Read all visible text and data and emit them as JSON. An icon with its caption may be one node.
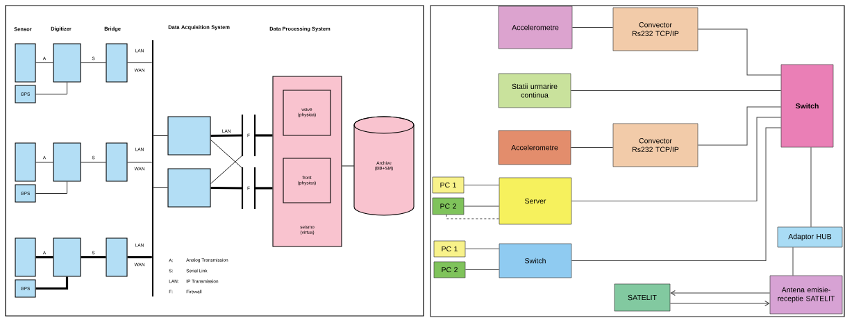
{
  "diagram": {
    "nodes": [
      {
        "text": [],
        "shape": "box"
      },
      {
        "text": [],
        "shape": "box"
      },
      {
        "text": [],
        "shape": "box"
      },
      {
        "text": [
          "GPS"
        ]
      },
      {
        "text": [],
        "shape": "box"
      },
      {
        "text": [],
        "shape": "box"
      },
      {
        "text": [],
        "shape": "box"
      },
      {
        "text": [
          "GPS"
        ]
      },
      {
        "text": [],
        "shape": "box"
      },
      {
        "text": [],
        "shape": "box"
      },
      {
        "text": [],
        "shape": "box"
      },
      {
        "text": [
          "GPS"
        ]
      },
      {
        "text": [],
        "shape": "bar"
      },
      {
        "text": [],
        "shape": "box"
      },
      {
        "text": [],
        "shape": "box"
      },
      {
        "text": [
          "F"
        ]
      },
      {
        "text": [
          "F"
        ]
      },
      {
        "text": [
          "seismo (virtua)"
        ]
      },
      {
        "text": [
          "wave (physica)"
        ],
        "in": 17
      },
      {
        "text": [
          "front (physica)"
        ],
        "in": 17
      },
      {
        "text": [
          "Archive (BB+SM)"
        ]
      },
      {
        "text": [
          "Accelerometre"
        ]
      },
      {
        "text": [
          "Convector Rs232 TCP/IP"
        ]
      },
      {
        "text": [
          "Statii urmarire continua"
        ]
      },
      {
        "text": [
          "Accelerometre"
        ]
      },
      {
        "text": [
          "Convector Rs232 TCP/IP"
        ]
      },
      {
        "text": [
          "Switch"
        ]
      },
      {
        "text": [
          "PC 1"
        ]
      },
      {
        "text": [
          "PC 2"
        ]
      },
      {
        "text": [
          "Server"
        ]
      },
      {
        "text": [
          "PC 1"
        ]
      },
      {
        "text": [
          "PC 2"
        ]
      },
      {
        "text": [
          "Switch"
        ]
      },
      {
        "text": [
          "Adaptor HUB"
        ]
      },
      {
        "text": [
          "SATELIT"
        ]
      },
      {
        "text": [
          "Antena emisie-receptie SATELIT"
        ]
      }
    ],
    "edges": [
      {
        "from": 0,
        "to": 1,
        "arrow": "none",
        "label": "A"
      },
      {
        "from": 3,
        "to": 1,
        "arrow": "none"
      },
      {
        "from": 1,
        "to": 2,
        "arrow": "none",
        "label": "S"
      },
      {
        "from": 2,
        "to": 12,
        "arrow": "none"
      },
      {
        "from": 4,
        "to": 5,
        "arrow": "none",
        "label": "A"
      },
      {
        "from": 7,
        "to": 5,
        "arrow": "none"
      },
      {
        "from": 5,
        "to": 6,
        "arrow": "none",
        "label": "S"
      },
      {
        "from": 6,
        "to": 12,
        "arrow": "none"
      },
      {
        "from": 8,
        "to": 9,
        "arrow": "none",
        "label": "A",
        "style": "thick"
      },
      {
        "from": 11,
        "to": 9,
        "arrow": "none",
        "style": "thick"
      },
      {
        "from": 9,
        "to": 10,
        "arrow": "none",
        "label": "S",
        "style": "thick"
      },
      {
        "from": 10,
        "to": 12,
        "arrow": "none",
        "style": "thick"
      },
      {
        "from": 12,
        "to": 13,
        "arrow": "none"
      },
      {
        "from": 12,
        "to": 14,
        "arrow": "none"
      },
      {
        "from": 13,
        "to": 15,
        "arrow": "none",
        "label": "LAN",
        "style": "thick"
      },
      {
        "from": 13,
        "to": 16,
        "arrow": "none"
      },
      {
        "from": 14,
        "to": 15,
        "arrow": "none"
      },
      {
        "from": 14,
        "to": 16,
        "arrow": "none",
        "style": "thick"
      },
      {
        "from": 15,
        "to": 17,
        "arrow": "none",
        "style": "thick"
      },
      {
        "from": 16,
        "to": 17,
        "arrow": "none",
        "style": "thick"
      },
      {
        "from": 17,
        "to": 20,
        "arrow": "none"
      },
      {
        "from": 21,
        "to": 22,
        "arrow": "none"
      },
      {
        "from": 22,
        "to": 26,
        "arrow": "none"
      },
      {
        "from": 23,
        "to": 26,
        "arrow": "none"
      },
      {
        "from": 24,
        "to": 25,
        "arrow": "none"
      },
      {
        "from": 25,
        "to": 26,
        "arrow": "none"
      },
      {
        "from": 29,
        "to": 26,
        "arrow": "none"
      },
      {
        "from": 32,
        "to": 26,
        "arrow": "none"
      },
      {
        "from": 26,
        "to": 33,
        "arrow": "none"
      },
      {
        "from": 33,
        "to": 35,
        "arrow": "none"
      },
      {
        "from": 35,
        "to": 34,
        "arrow": "to"
      },
      {
        "from": 34,
        "to": 35,
        "arrow": "to"
      },
      {
        "from": 27,
        "to": 29,
        "arrow": "none"
      },
      {
        "from": 28,
        "to": 29,
        "arrow": "none"
      },
      {
        "from": 28,
        "to": 29,
        "arrow": "none",
        "style": "dashed"
      },
      {
        "from": 30,
        "to": 32,
        "arrow": "none"
      },
      {
        "from": 31,
        "to": 32,
        "arrow": "none"
      }
    ],
    "labels": [
      "Sensor",
      "Digitizer",
      "Bridge",
      "Data Acquisition System",
      "Data Processing System",
      "LAN",
      "WAN",
      "LAN",
      "WAN",
      "LAN",
      "WAN",
      "A:",
      "Analog Transmission",
      "S:",
      "Serial Link",
      "LAN:",
      "IP Transmission",
      "F:",
      "Firewall"
    ]
  }
}
